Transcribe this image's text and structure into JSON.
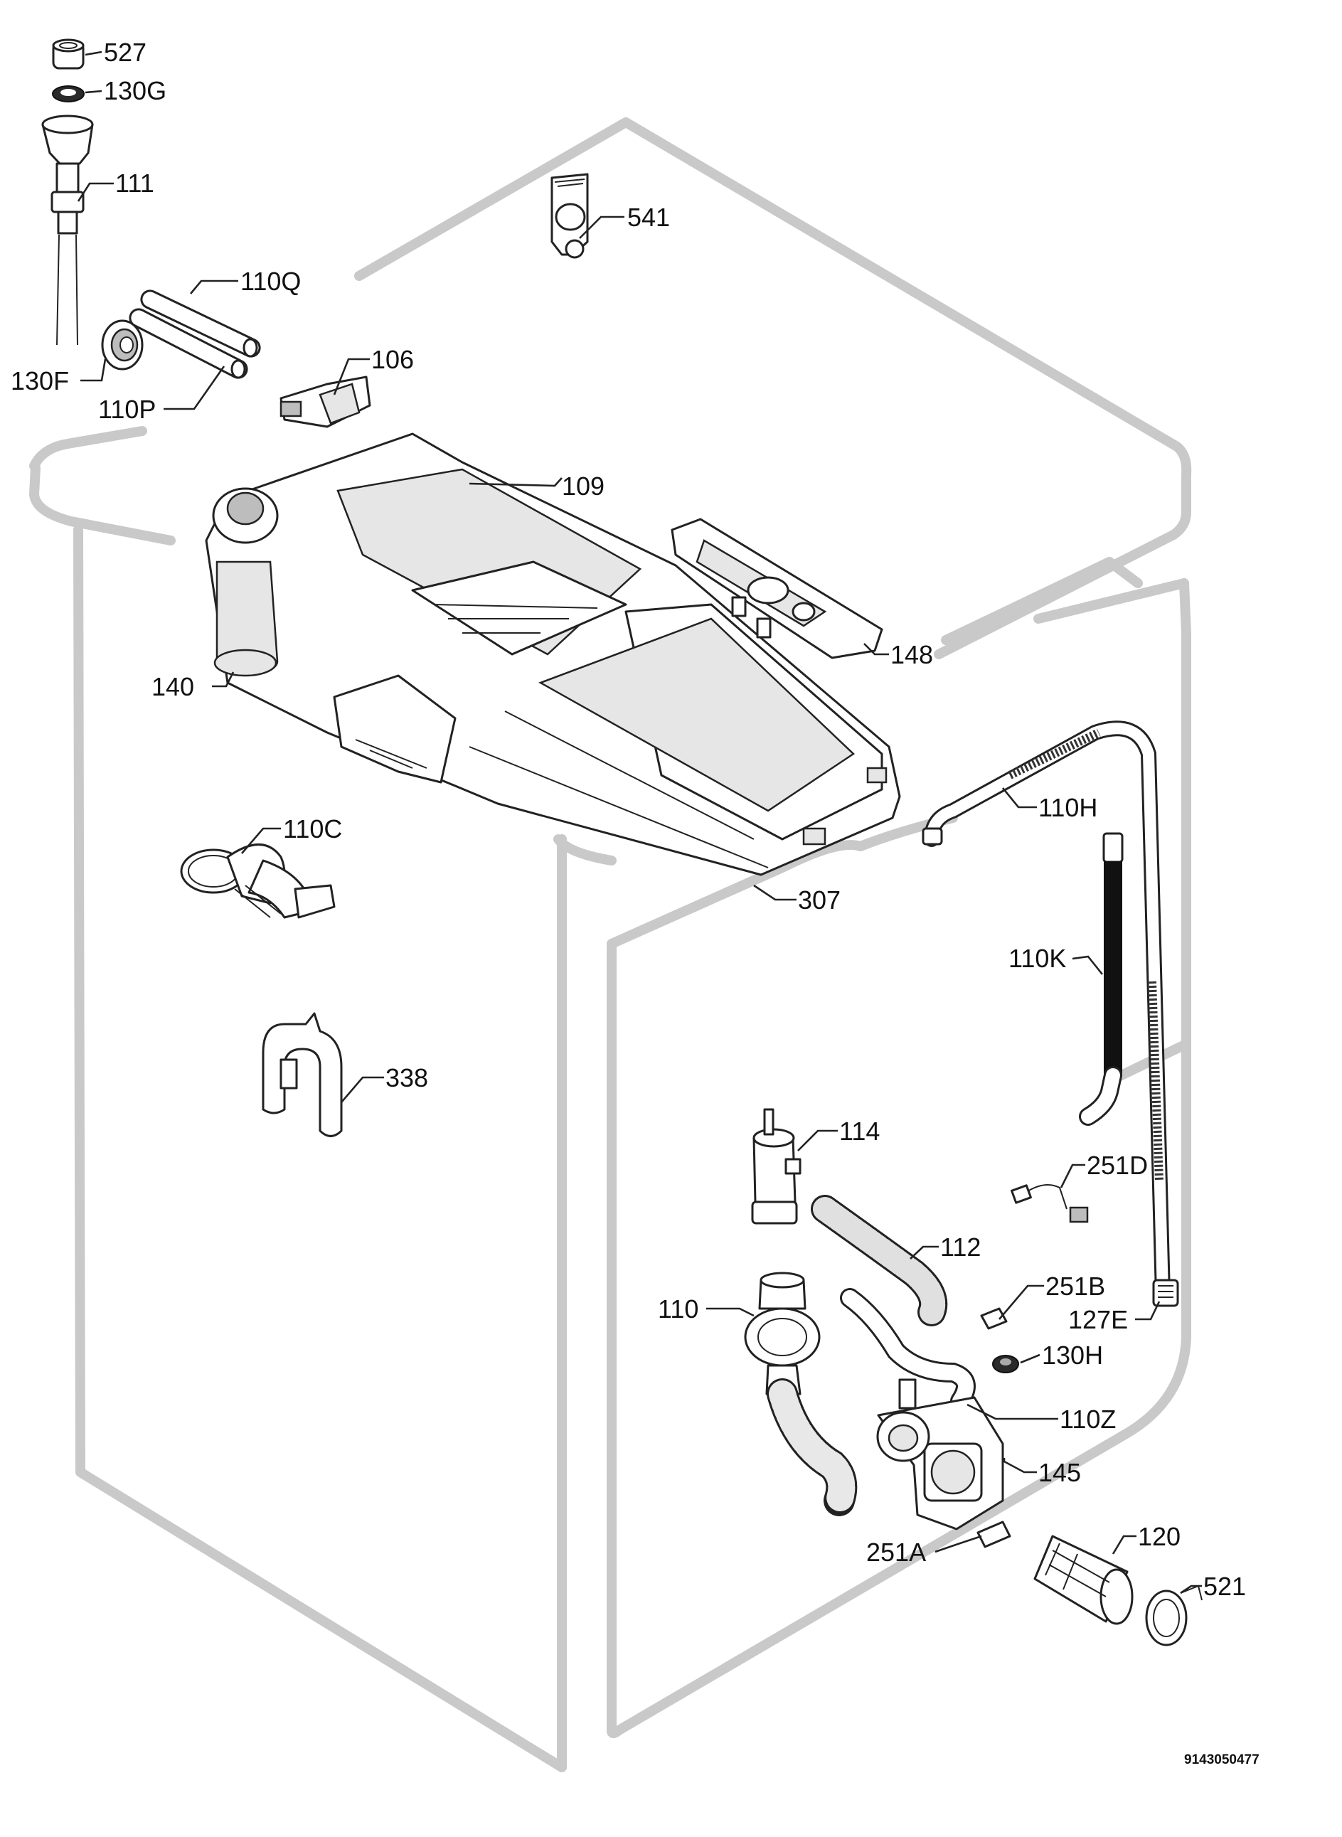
{
  "document_number": "9143050477",
  "parts": [
    {
      "id": "527",
      "label": "527"
    },
    {
      "id": "130G",
      "label": "130G"
    },
    {
      "id": "111",
      "label": "111"
    },
    {
      "id": "541",
      "label": "541"
    },
    {
      "id": "110Q",
      "label": "110Q"
    },
    {
      "id": "106",
      "label": "106"
    },
    {
      "id": "130F",
      "label": "130F"
    },
    {
      "id": "110P",
      "label": "110P"
    },
    {
      "id": "109",
      "label": "109"
    },
    {
      "id": "148",
      "label": "148"
    },
    {
      "id": "140",
      "label": "140"
    },
    {
      "id": "110H",
      "label": "110H"
    },
    {
      "id": "110C",
      "label": "110C"
    },
    {
      "id": "307",
      "label": "307"
    },
    {
      "id": "110K",
      "label": "110K"
    },
    {
      "id": "338",
      "label": "338"
    },
    {
      "id": "114",
      "label": "114"
    },
    {
      "id": "251D",
      "label": "251D"
    },
    {
      "id": "112",
      "label": "112"
    },
    {
      "id": "251B",
      "label": "251B"
    },
    {
      "id": "110",
      "label": "110"
    },
    {
      "id": "127E",
      "label": "127E"
    },
    {
      "id": "130H",
      "label": "130H"
    },
    {
      "id": "110Z",
      "label": "110Z"
    },
    {
      "id": "145",
      "label": "145"
    },
    {
      "id": "120",
      "label": "120"
    },
    {
      "id": "251A",
      "label": "251A"
    },
    {
      "id": "521",
      "label": "521"
    }
  ]
}
